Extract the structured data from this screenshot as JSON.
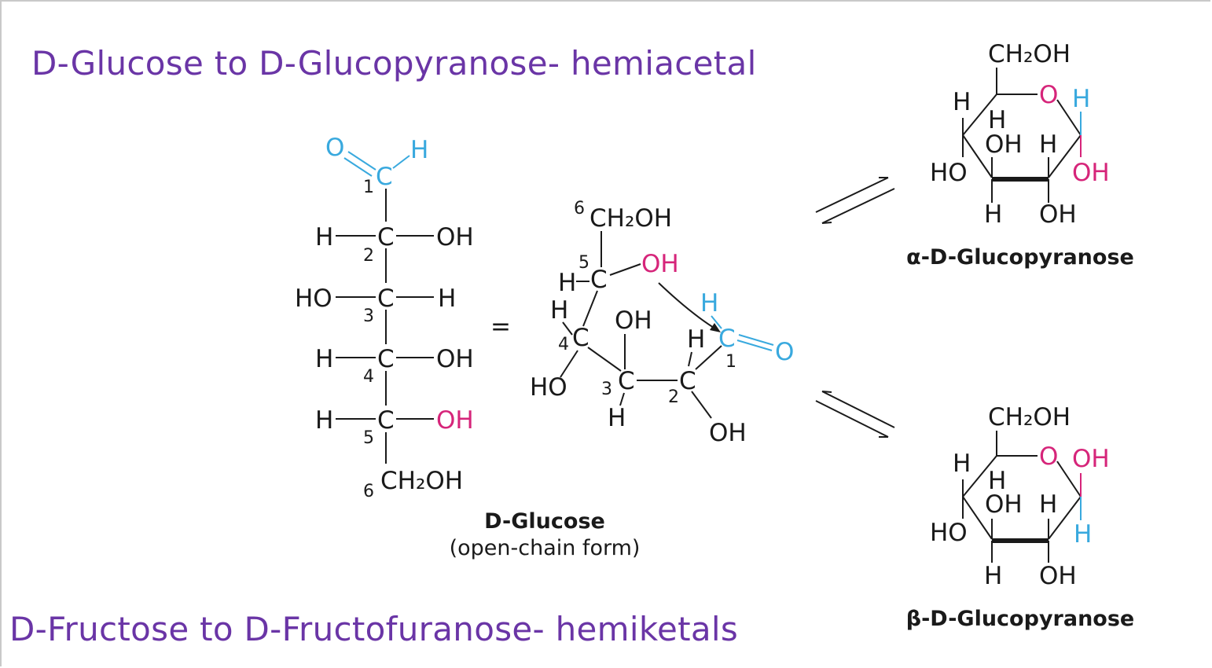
{
  "headings": {
    "top": "D-Glucose to D-Glucopyranose- hemiacetal",
    "bottom": "D-Fructose to D-Fructofuranose- hemiketals"
  },
  "atoms": {
    "O": "O",
    "H": "H",
    "C": "C",
    "OH": "OH",
    "HO": "HO",
    "CH2OH": "CH₂OH"
  },
  "carbon_numbers": [
    "1",
    "2",
    "3",
    "4",
    "5",
    "6"
  ],
  "equals_sign": "=",
  "open_chain_caption": {
    "name": "D-Glucose",
    "subtitle": "(open-chain form)"
  },
  "anomers": {
    "alpha": "α-D-Glucopyranose",
    "beta": "β-D-Glucopyranose"
  },
  "colors": {
    "heading": "#6a35a6",
    "carbonyl": "#39a9de",
    "hydroxyl_highlight": "#d6257a",
    "bond": "#1a1a1a"
  }
}
